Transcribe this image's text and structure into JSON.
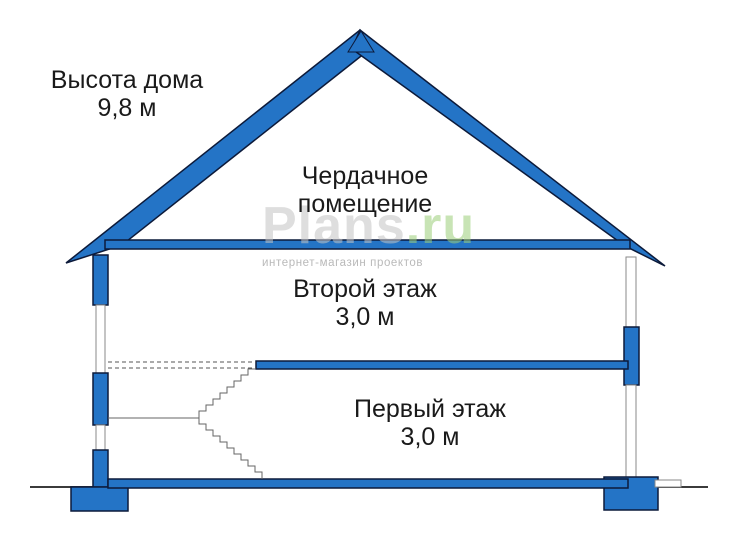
{
  "colors": {
    "structure": "#2474c6",
    "outline": "#0c1a3a",
    "ground": "#3b3b3b",
    "watermark_gray": "#c4c4c4",
    "watermark_green": "#9ccf7a"
  },
  "labels": {
    "height_title": "Высота дома",
    "height_value": "9,8 м",
    "attic_line1": "Чердачное",
    "attic_line2": "помещение",
    "second_floor_name": "Второй этаж",
    "second_floor_height": "3,0 м",
    "first_floor_name": "Первый этаж",
    "first_floor_height": "3,0 м"
  },
  "watermark": {
    "brand_main": "Plans",
    "brand_suffix": ".ru",
    "tagline": "интернет-магазин проектов"
  }
}
